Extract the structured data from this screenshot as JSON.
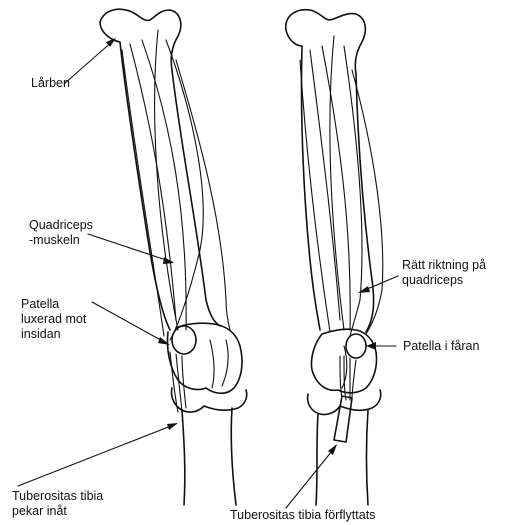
{
  "labels": {
    "larben": "Lårben",
    "quadriceps_l1": "Quadriceps",
    "quadriceps_l2": "-muskeln",
    "patella_l1": "Patella",
    "patella_l2": "luxerad mot",
    "patella_l3": "insidan",
    "tub_left_l1": "Tuberositas tibia",
    "tub_left_l2": "pekar inåt",
    "ratt_l1": "Rätt riktning på",
    "ratt_l2": "quadriceps",
    "patella_faran": "Patella i fåran",
    "tub_right": "Tuberositas tibia förflyttats"
  },
  "colors": {
    "ink": "#111111",
    "background": "#ffffff"
  }
}
